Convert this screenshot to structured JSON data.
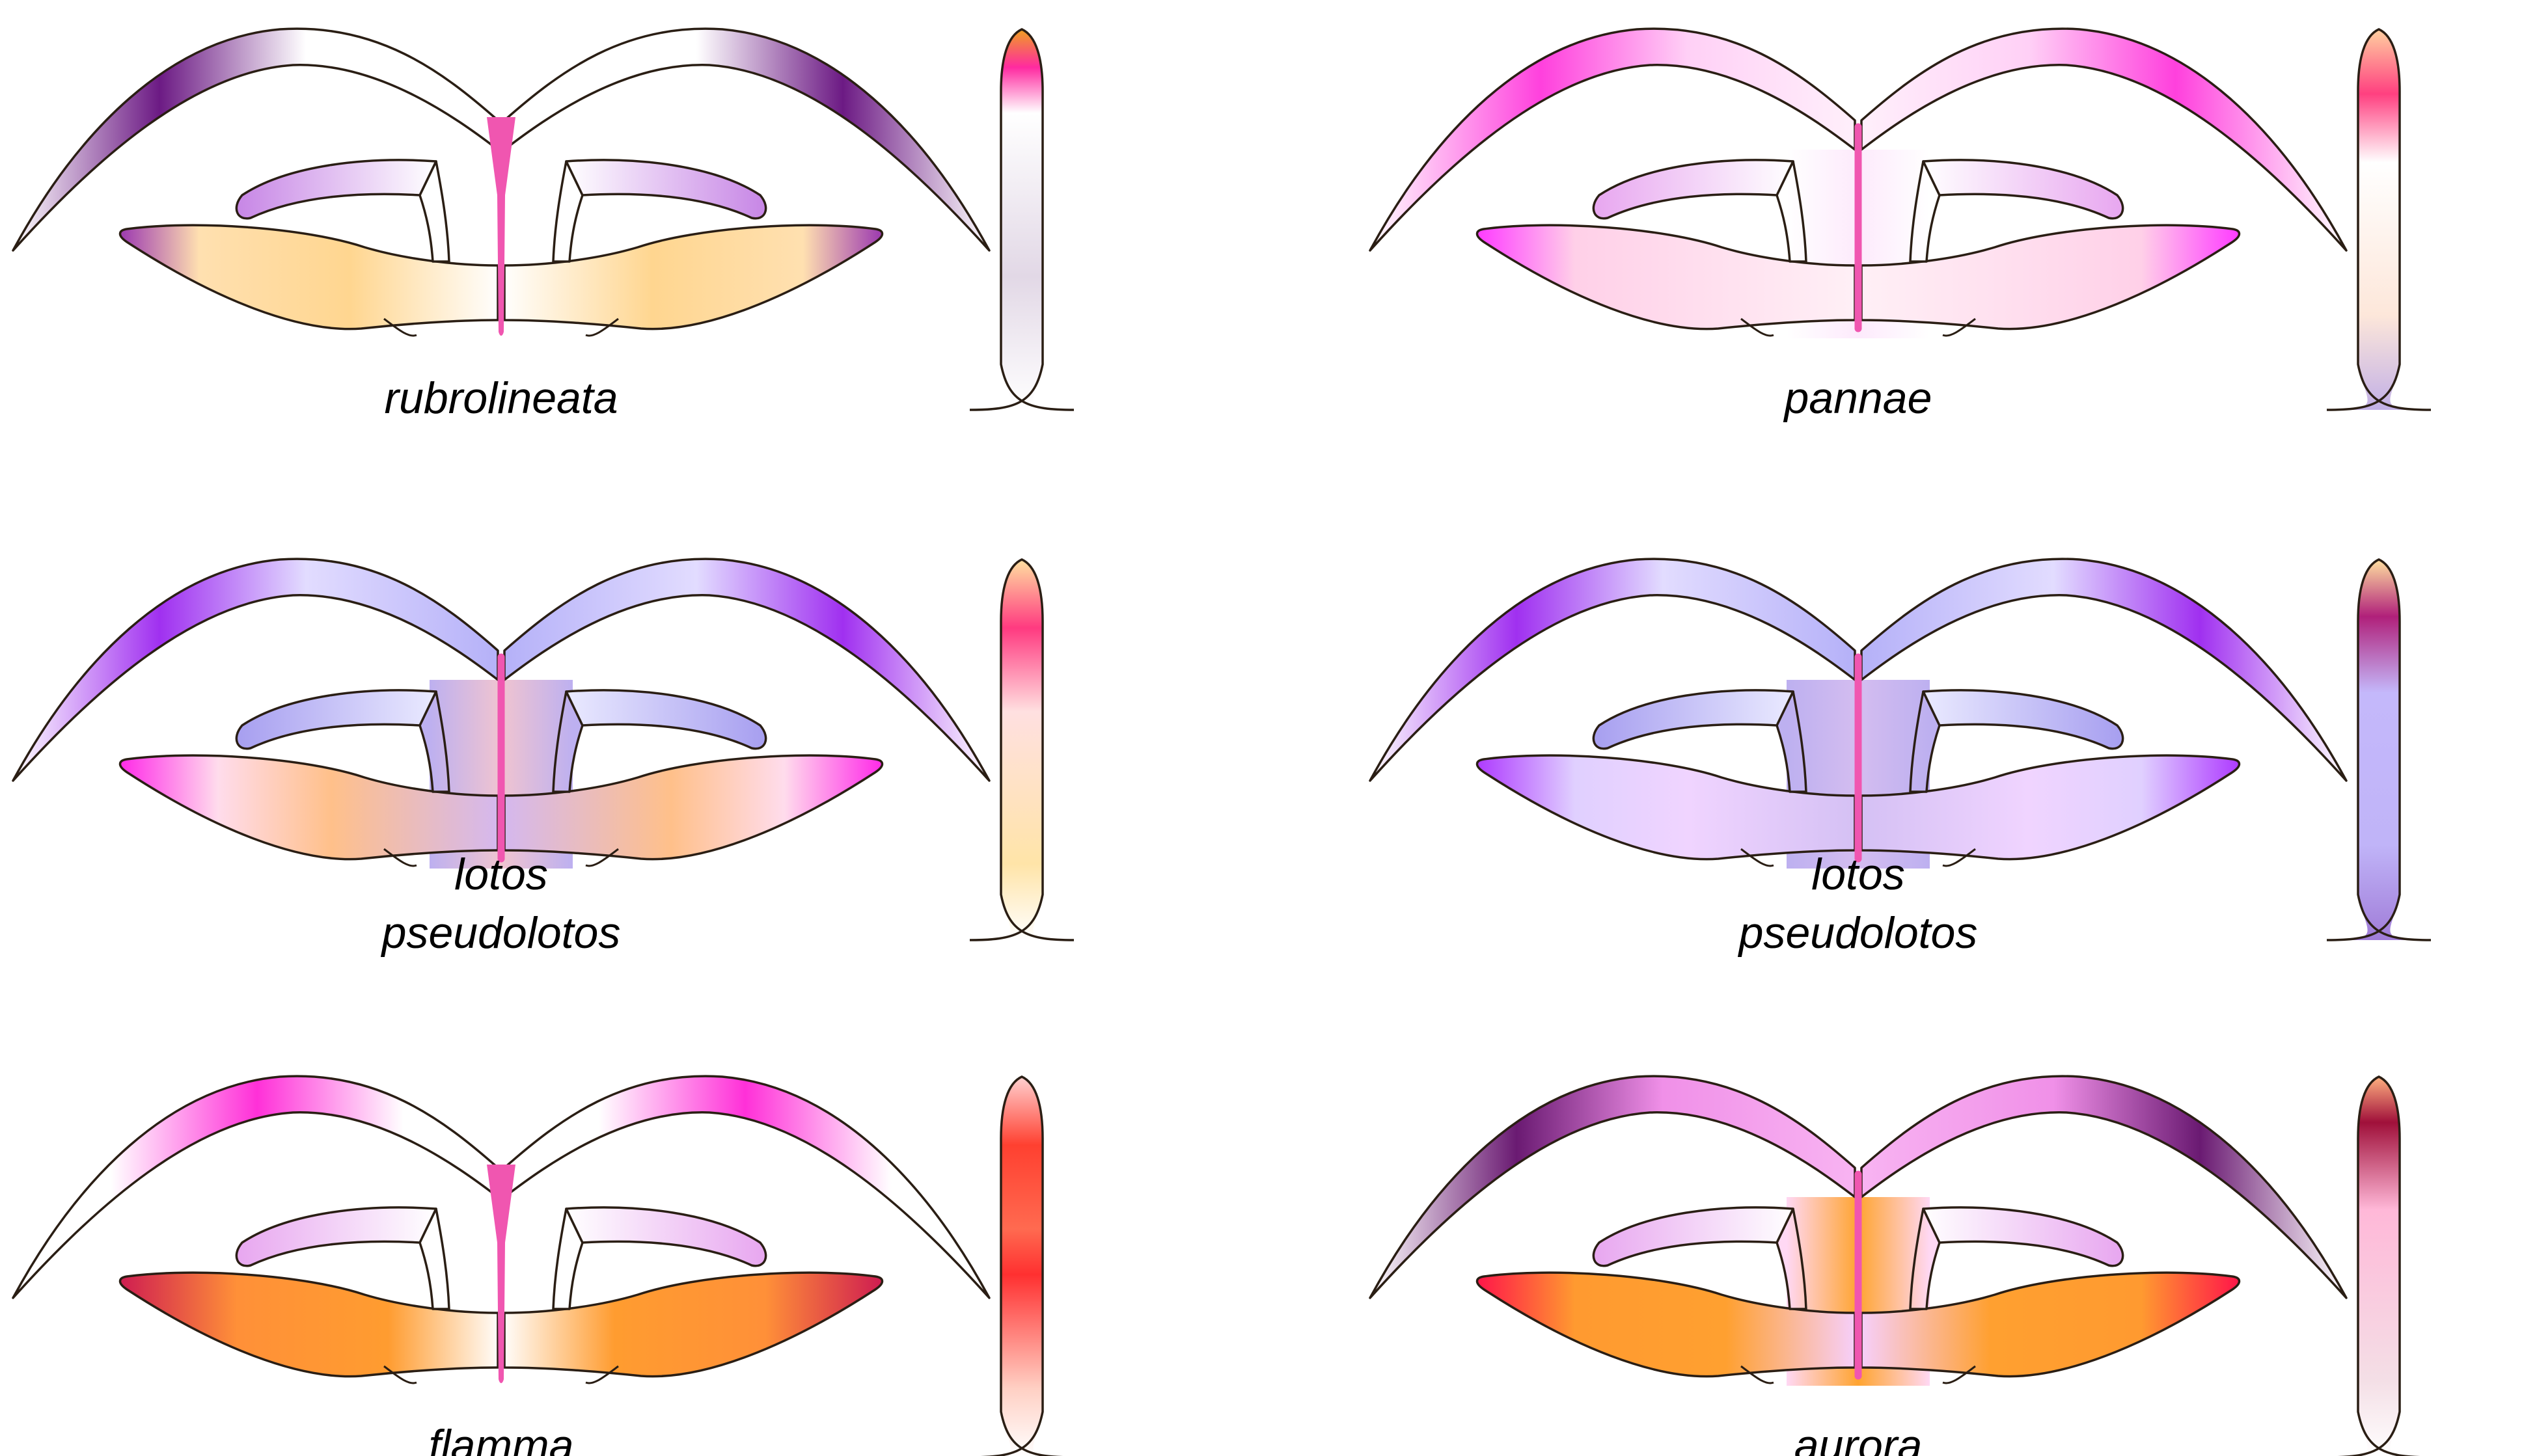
{
  "outline_color": "#2a1e14",
  "center_stripe_color": "#f056b0",
  "panels": [
    {
      "id": "rubrolineata",
      "label_lines": [
        "rubrolineata"
      ],
      "center": "narrow-funnel",
      "upper_arc": [
        [
          "#ffffff",
          0.0
        ],
        [
          "#6c1a84",
          0.3
        ],
        [
          "#ffffff",
          0.6
        ],
        [
          "#ffffff",
          1.0
        ]
      ],
      "side_loop": [
        [
          "#c888e6",
          0.0
        ],
        [
          "#ffffff",
          1.0
        ]
      ],
      "lower_wing": [
        [
          "#a040b0",
          0.0
        ],
        [
          "#ffe0b0",
          0.2
        ],
        [
          "#ffd690",
          0.6
        ],
        [
          "#ffffff",
          1.0
        ]
      ],
      "body": [
        [
          "#ffffff",
          0.0
        ],
        [
          "#ffffff",
          1.0
        ]
      ],
      "spur": [
        [
          "#f0a020",
          0.0
        ],
        [
          "#ff2aa0",
          0.1
        ],
        [
          "#ffffff",
          0.22
        ],
        [
          "#e2d8e6",
          0.65
        ],
        [
          "#ffffff",
          1.0
        ]
      ]
    },
    {
      "id": "pannae",
      "label_lines": [
        "pannae"
      ],
      "center": "thin-line",
      "upper_arc": [
        [
          "#ffffff",
          0.0
        ],
        [
          "#ff40dd",
          0.35
        ],
        [
          "#ffd0f6",
          0.65
        ],
        [
          "#fff0fb",
          1.0
        ]
      ],
      "side_loop": [
        [
          "#e8a8f0",
          0.0
        ],
        [
          "#ffffff",
          1.0
        ]
      ],
      "lower_wing": [
        [
          "#ff40ff",
          0.0
        ],
        [
          "#ffd0e8",
          0.25
        ],
        [
          "#fff0f6",
          1.0
        ]
      ],
      "body": [
        [
          "#fdeafc",
          0.0
        ],
        [
          "#ffffff",
          1.0
        ]
      ],
      "spur": [
        [
          "#ffd0a0",
          0.0
        ],
        [
          "#ff4080",
          0.17
        ],
        [
          "#ffffff",
          0.35
        ],
        [
          "#fde7da",
          0.75
        ],
        [
          "#c2b0e6",
          1.0
        ]
      ]
    },
    {
      "id": "lotos-pseudolotos-1",
      "label_lines": [
        "lotos",
        "pseudolotos"
      ],
      "center": "thin-line",
      "upper_arc": [
        [
          "#ffffff",
          0.0
        ],
        [
          "#a030f0",
          0.3
        ],
        [
          "#e2dcff",
          0.6
        ],
        [
          "#b4b0f8",
          1.0
        ]
      ],
      "side_loop": [
        [
          "#a8a0f0",
          0.0
        ],
        [
          "#eaeaff",
          1.0
        ]
      ],
      "lower_wing": [
        [
          "#ff30e8",
          0.0
        ],
        [
          "#ffdcec",
          0.25
        ],
        [
          "#ffc08a",
          0.55
        ],
        [
          "#d4b8f0",
          1.0
        ]
      ],
      "body": [
        [
          "#f0c4d0",
          0.0
        ],
        [
          "#bdb0f0",
          1.0
        ]
      ],
      "spur": [
        [
          "#ffe0a0",
          0.0
        ],
        [
          "#ff3a80",
          0.18
        ],
        [
          "#ffe0e0",
          0.4
        ],
        [
          "#ffe4a8",
          0.8
        ],
        [
          "#ffffff",
          1.0
        ]
      ]
    },
    {
      "id": "lotos-pseudolotos-2",
      "label_lines": [
        "lotos",
        "pseudolotos"
      ],
      "center": "thin-line",
      "upper_arc": [
        [
          "#ffffff",
          0.0
        ],
        [
          "#a030f0",
          0.3
        ],
        [
          "#e2dcff",
          0.6
        ],
        [
          "#b4b0f8",
          1.0
        ]
      ],
      "side_loop": [
        [
          "#a8a0f0",
          0.0
        ],
        [
          "#eaeaff",
          1.0
        ]
      ],
      "lower_wing": [
        [
          "#b040ff",
          0.0
        ],
        [
          "#e0d0ff",
          0.25
        ],
        [
          "#f0d4ff",
          0.55
        ],
        [
          "#d4c0f4",
          1.0
        ]
      ],
      "body": [
        [
          "#d4bdf0",
          0.0
        ],
        [
          "#bdb0f0",
          1.0
        ]
      ],
      "spur": [
        [
          "#ffe0a0",
          0.0
        ],
        [
          "#b0207a",
          0.15
        ],
        [
          "#c4b8fb",
          0.35
        ],
        [
          "#c0b4f8",
          0.75
        ],
        [
          "#a07cd8",
          1.0
        ]
      ]
    },
    {
      "id": "flamma",
      "label_lines": [
        "flamma"
      ],
      "center": "narrow-funnel",
      "upper_arc": [
        [
          "#ffffff",
          0.0
        ],
        [
          "#ffffff",
          0.2
        ],
        [
          "#ff30d8",
          0.5
        ],
        [
          "#ffffff",
          0.8
        ],
        [
          "#ffffff",
          1.0
        ]
      ],
      "side_loop": [
        [
          "#e8a8f0",
          0.0
        ],
        [
          "#ffffff",
          1.0
        ]
      ],
      "lower_wing": [
        [
          "#d02050",
          0.0
        ],
        [
          "#ff9038",
          0.3
        ],
        [
          "#ff9c30",
          0.7
        ],
        [
          "#ffffff",
          1.0
        ]
      ],
      "body": [
        [
          "#ffffff",
          0.0
        ],
        [
          "#ffffff",
          1.0
        ]
      ],
      "spur": [
        [
          "#ffd0d0",
          0.0
        ],
        [
          "#ff4030",
          0.18
        ],
        [
          "#ff6a50",
          0.4
        ],
        [
          "#ff3030",
          0.52
        ],
        [
          "#ffd0c4",
          0.82
        ],
        [
          "#ffffff",
          1.0
        ]
      ]
    },
    {
      "id": "aurora",
      "label_lines": [
        "aurora"
      ],
      "center": "thin-line",
      "upper_arc": [
        [
          "#ffffff",
          0.0
        ],
        [
          "#6a1a72",
          0.3
        ],
        [
          "#f090e8",
          0.6
        ],
        [
          "#f8b4f2",
          1.0
        ]
      ],
      "side_loop": [
        [
          "#e8a8f0",
          0.0
        ],
        [
          "#ffffff",
          1.0
        ]
      ],
      "lower_wing": [
        [
          "#ff1a48",
          0.0
        ],
        [
          "#ff9a30",
          0.25
        ],
        [
          "#ffa030",
          0.65
        ],
        [
          "#f6d0ff",
          1.0
        ]
      ],
      "body": [
        [
          "#ffa430",
          0.0
        ],
        [
          "#ffd8f4",
          1.0
        ]
      ],
      "spur": [
        [
          "#ffb080",
          0.0
        ],
        [
          "#a0103a",
          0.12
        ],
        [
          "#ffb8d8",
          0.35
        ],
        [
          "#f4dfe6",
          0.8
        ],
        [
          "#ffffff",
          1.0
        ]
      ]
    }
  ]
}
